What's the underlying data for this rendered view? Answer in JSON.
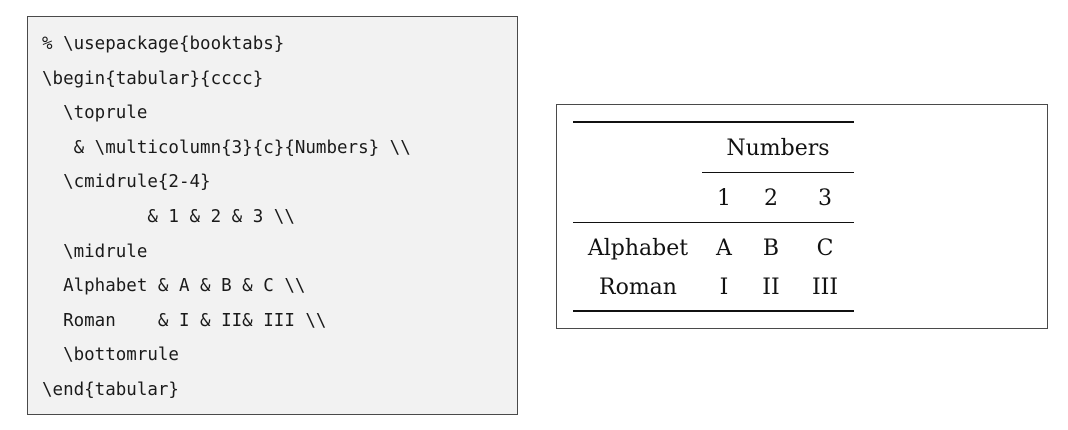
{
  "code": {
    "lines": [
      "% \\usepackage{booktabs}",
      "\\begin{tabular}{cccc}",
      "  \\toprule",
      "   & \\multicolumn{3}{c}{Numbers} \\\\",
      "  \\cmidrule{2-4}",
      "          & 1 & 2 & 3 \\\\",
      "  \\midrule",
      "  Alphabet & A & B & C \\\\",
      "  Roman    & I & II& III \\\\",
      "  \\bottomrule",
      "\\end{tabular}"
    ]
  },
  "table": {
    "group_header": "Numbers",
    "column_headers": [
      "1",
      "2",
      "3"
    ],
    "rows": [
      {
        "label": "Alphabet",
        "cells": [
          "A",
          "B",
          "C"
        ]
      },
      {
        "label": "Roman",
        "cells": [
          "I",
          "II",
          "III"
        ]
      }
    ]
  }
}
